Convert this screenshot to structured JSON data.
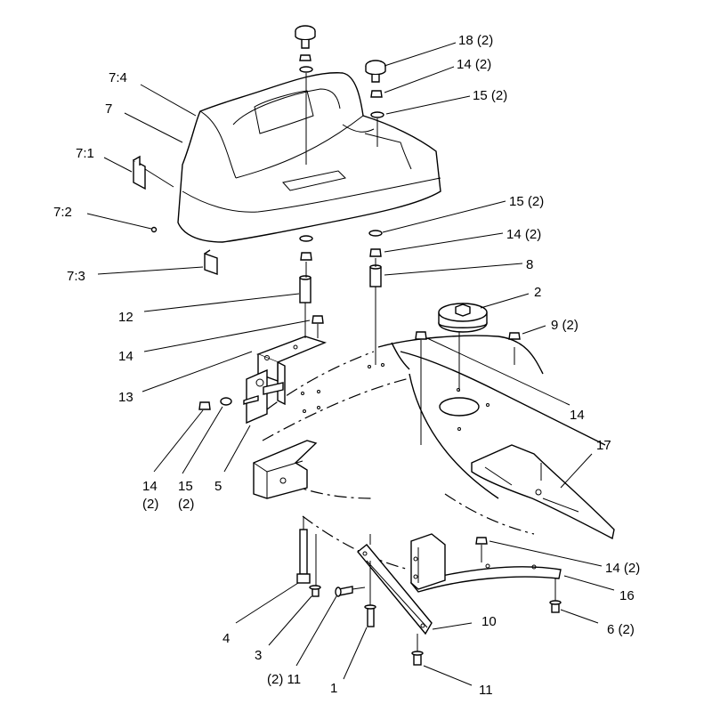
{
  "callouts": [
    {
      "id": "c-18-2",
      "text": "18  (2)"
    },
    {
      "id": "c-14-2-top",
      "text": "14  (2)"
    },
    {
      "id": "c-15-2-top",
      "text": "15   (2)"
    },
    {
      "id": "c-7-4",
      "text": "7:4"
    },
    {
      "id": "c-7",
      "text": "7"
    },
    {
      "id": "c-7-1",
      "text": "7:1"
    },
    {
      "id": "c-7-2",
      "text": "7:2"
    },
    {
      "id": "c-7-3",
      "text": "7:3"
    },
    {
      "id": "c-15-2-mid",
      "text": "15  (2)"
    },
    {
      "id": "c-14-2-mid",
      "text": "14  (2)"
    },
    {
      "id": "c-8",
      "text": "8"
    },
    {
      "id": "c-2",
      "text": "2"
    },
    {
      "id": "c-9-2",
      "text": "9  (2)"
    },
    {
      "id": "c-12",
      "text": "12"
    },
    {
      "id": "c-14-a",
      "text": "14"
    },
    {
      "id": "c-13",
      "text": "13"
    },
    {
      "id": "c-14-b",
      "text": "14"
    },
    {
      "id": "c-17",
      "text": "17"
    },
    {
      "id": "c-14-left",
      "text": "14"
    },
    {
      "id": "c-14-left-q",
      "text": "(2)"
    },
    {
      "id": "c-15-left",
      "text": "15"
    },
    {
      "id": "c-15-left-q",
      "text": "(2)"
    },
    {
      "id": "c-5",
      "text": "5"
    },
    {
      "id": "c-14-2-low",
      "text": "14  (2)"
    },
    {
      "id": "c-16",
      "text": "16"
    },
    {
      "id": "c-6-2",
      "text": "6  (2)"
    },
    {
      "id": "c-4",
      "text": "4"
    },
    {
      "id": "c-10",
      "text": "10"
    },
    {
      "id": "c-3",
      "text": "3"
    },
    {
      "id": "c-2-11",
      "text": "(2) 11"
    },
    {
      "id": "c-1",
      "text": "1"
    },
    {
      "id": "c-11",
      "text": "11"
    }
  ]
}
